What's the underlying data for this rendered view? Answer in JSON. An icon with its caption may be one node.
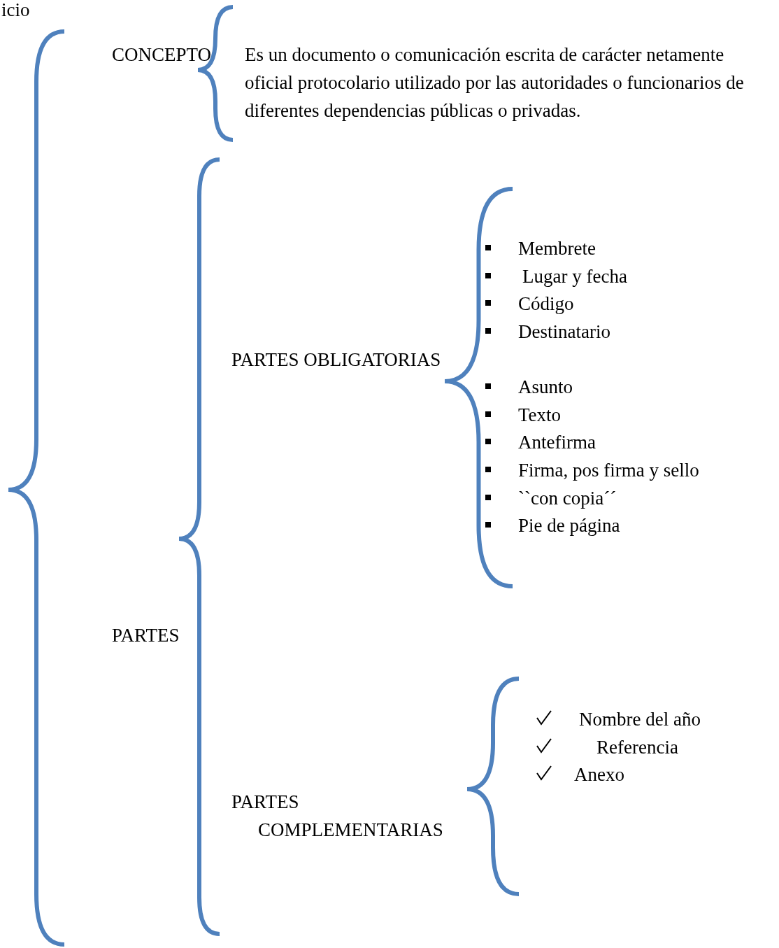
{
  "diagram": {
    "labels": [
      "icio",
      "CONCEPTO",
      "Es un documento o comunicación escrita de carácter netamente oficial protocolario utilizado por las autoridades o funcionarios de diferentes dependencias públicas o privadas.",
      "PARTES",
      "PARTES OBLIGATORIAS",
      "Membrete",
      "Lugar y fecha",
      "Código",
      "Destinatario",
      "Asunto",
      "Texto",
      "Antefirma",
      "Firma, pos firma y sello",
      "``con copia´´",
      "Pie de página",
      "PARTES COMPLEMENTARIAS",
      "Nombre del año",
      "Referencia",
      "Anexo"
    ]
  }
}
